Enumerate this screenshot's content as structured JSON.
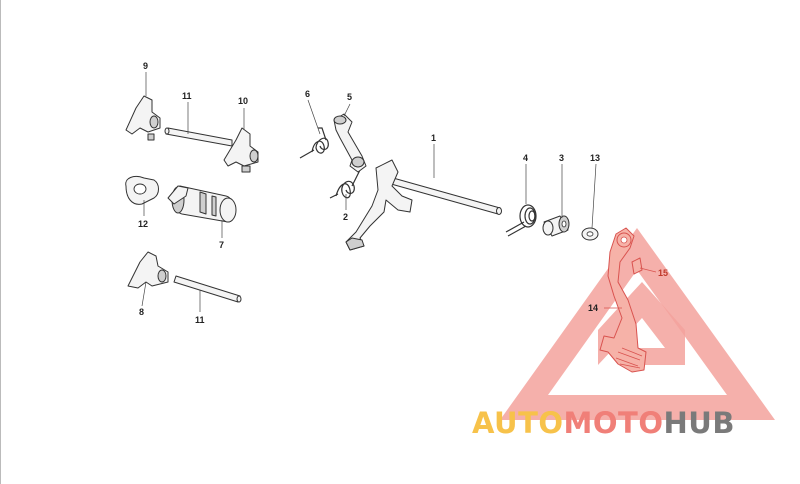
{
  "labels": {
    "p1": "1",
    "p2": "2",
    "p3": "3",
    "p4": "4",
    "p5": "5",
    "p6": "6",
    "p7": "7",
    "p8": "8",
    "p9": "9",
    "p10": "10",
    "p11a": "11",
    "p11b": "11",
    "p12": "12",
    "p13": "13",
    "p14": "14",
    "p15": "15"
  },
  "watermark": {
    "part1": "AUTO",
    "part2": "MOTO",
    "part3": "HUB"
  },
  "colors": {
    "watermark_orange": "#f7c24a",
    "watermark_red": "#f07f78",
    "watermark_gray": "#7a7a7a",
    "highlight_red": "#d9534f"
  }
}
